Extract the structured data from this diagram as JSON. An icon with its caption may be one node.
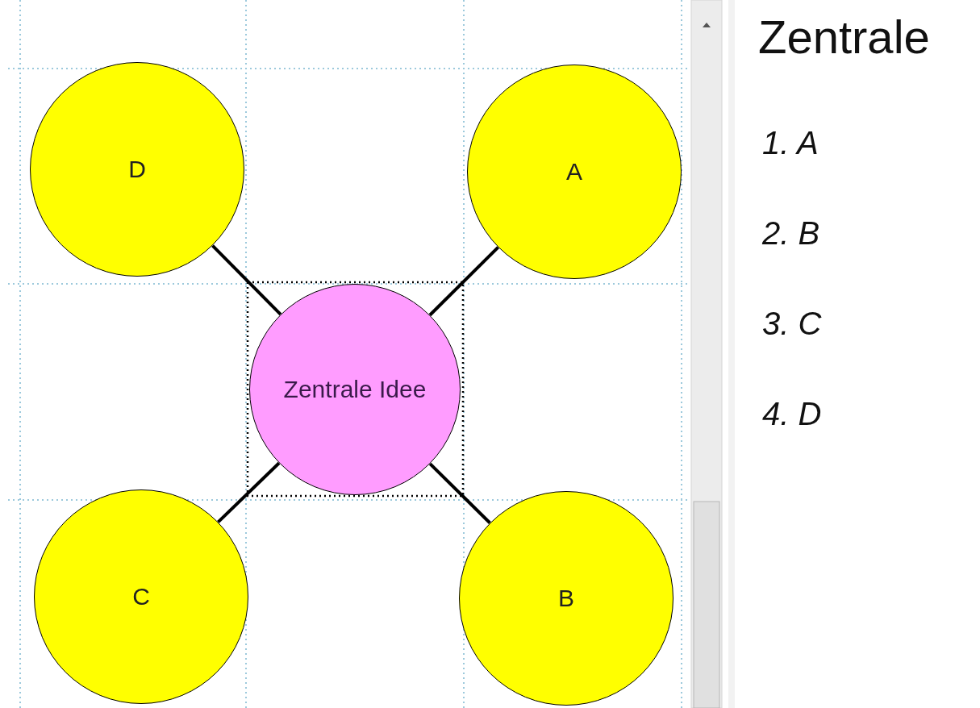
{
  "diagram": {
    "nodes": [
      {
        "text": [
          "D"
        ]
      },
      {
        "text": [
          "A"
        ]
      },
      {
        "text": [
          "Zentrale Idee"
        ]
      },
      {
        "text": [
          "C"
        ]
      },
      {
        "text": [
          "B"
        ]
      }
    ],
    "edges": [
      {
        "from": 2,
        "to": 0,
        "arrow": "none"
      },
      {
        "from": 2,
        "to": 1,
        "arrow": "none"
      },
      {
        "from": 2,
        "to": 3,
        "arrow": "none"
      },
      {
        "from": 2,
        "to": 4,
        "arrow": "none"
      }
    ],
    "labels": [
      "Zentrale",
      "1. A",
      "2. B",
      "3. C",
      "4. D"
    ]
  }
}
